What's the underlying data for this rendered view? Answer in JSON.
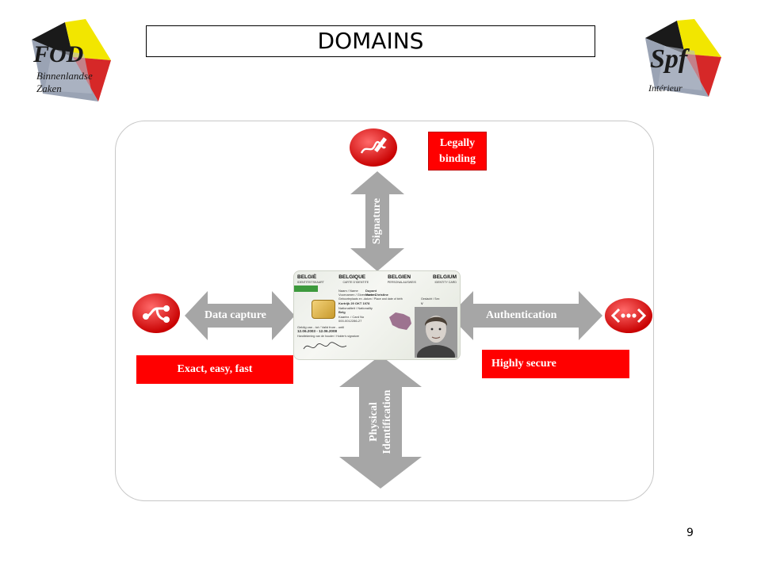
{
  "title": "DOMAINS",
  "logos": {
    "left": {
      "line1": "FOD",
      "line2": "Binnenlandse",
      "line3": "Zaken"
    },
    "right": {
      "line1": "Spf",
      "line2": "Intérieur"
    }
  },
  "arrows": {
    "signature": "Signature",
    "data_capture": "Data capture",
    "authentication": "Authentication",
    "physical_identification": [
      "Physical",
      "Identification"
    ]
  },
  "boxes": {
    "legally_binding": [
      "Legally",
      "binding"
    ],
    "exact_easy_fast": "Exact, easy, fast",
    "highly_secure": "Highly secure"
  },
  "card": {
    "header": [
      "BELGIË",
      "BELGIQUE",
      "BELGIEN",
      "BELGIUM"
    ],
    "subheader": [
      "IDENTITEITSKAART",
      "CARTE D'IDENTITE",
      "PERSONALAUSWEIS",
      "IDENTITY CARD"
    ],
    "name_label": "Naam / Name",
    "name_value": "Dupont",
    "given_label": "Voornamen / Given names",
    "given_value": "Marie Christine",
    "birth_label": "Geboorteplaats en -datum / Place and date of birth",
    "birth_value": "Kortrijk 29 OKT 1978",
    "sex_label": "Geslacht / Sex",
    "sex_value": "V",
    "nationality_label": "Nationaliteit / Nationality",
    "nationality_value": "Belg",
    "card_no_label": "Kaartnr. / Card No",
    "card_no_value": "000-0012286-27",
    "valid_label": "Geldig van - tot / Valid from - until",
    "valid_value": "12.06.2003 - 12.06.2008",
    "signature_label": "Handtekening van de houder / Holder's signature"
  },
  "colors": {
    "accent_red": "#ff0000",
    "arrow_gray": "#a6a6a6",
    "frame_border": "#c8c8c8"
  },
  "icons": [
    "signature-icon",
    "data-capture-icon",
    "authentication-icon"
  ],
  "page_number": "9"
}
